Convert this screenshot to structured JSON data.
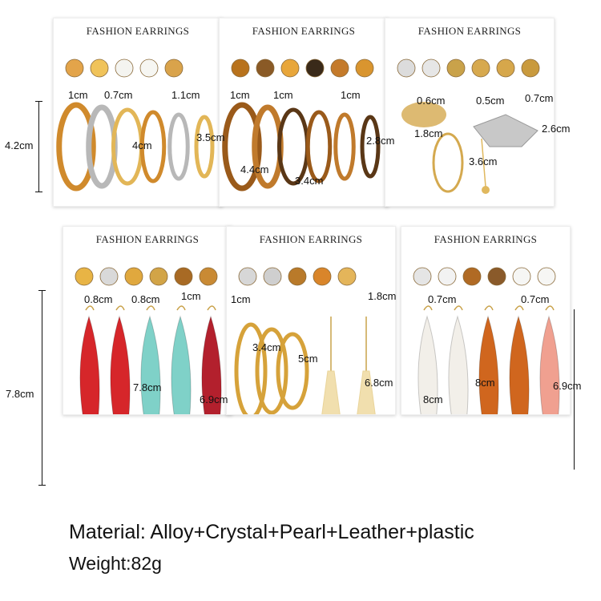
{
  "cards": [
    {
      "title": "FASHION EARRINGS",
      "sizes": [
        "1cm",
        "0.7cm",
        "1.1cm",
        "4.2cm",
        "3.5cm",
        "4cm"
      ],
      "stud_colors": [
        "#e3a44a",
        "#f0c35a",
        "#f4f4f0",
        "#f6f6f2",
        "#d9a34b"
      ],
      "hoop_colors": [
        "#d08a2c",
        "#b8b8b8",
        "#e2b657"
      ]
    },
    {
      "title": "FASHION EARRINGS",
      "sizes": [
        "1cm",
        "1cm",
        "1cm",
        "4.4cm",
        "3.4cm",
        "2.8cm"
      ],
      "stud_colors": [
        "#b8721c",
        "#8a5a26",
        "#e8a63a",
        "#3a2a1a",
        "#c47a2a",
        "#d9952f"
      ],
      "hoop_colors": [
        "#9a5a1a",
        "#c07a2c",
        "#5a3716"
      ]
    },
    {
      "title": "FASHION EARRINGS",
      "sizes": [
        "0.6cm",
        "0.5cm",
        "0.7cm",
        "1.8cm",
        "3.6cm",
        "2.6cm"
      ],
      "stud_colors": [
        "#dcdcdc",
        "#e6e6e6",
        "#c9a24a",
        "#d7a94e",
        "#d6a74b",
        "#c99a3e"
      ],
      "hoop_colors": [
        "#d4a94f",
        "#c8c8c8",
        "#e0b85e"
      ]
    },
    {
      "title": "FASHION EARRINGS",
      "sizes": [
        "0.8cm",
        "0.8cm",
        "1cm",
        "7.8cm",
        "7.8cm",
        "6.9cm"
      ],
      "stud_colors": [
        "#e8b445",
        "#d9d9d9",
        "#e0a83e",
        "#d2a447",
        "#a86a24",
        "#c98a34"
      ],
      "hoop_colors": [
        "#d6262a",
        "#7fd1c8",
        "#b3202d"
      ]
    },
    {
      "title": "FASHION EARRINGS",
      "sizes": [
        "1cm",
        "3.4cm",
        "5cm",
        "1.8cm",
        "6.8cm"
      ],
      "stud_colors": [
        "#d7d7d7",
        "#cfcfcf",
        "#b97a2a",
        "#d9852a",
        "#e4b55a"
      ],
      "hoop_colors": [
        "#d6a23a",
        "#e9d49a",
        "#f1dfae"
      ]
    },
    {
      "title": "FASHION EARRINGS",
      "sizes": [
        "0.7cm",
        "0.7cm",
        "8cm",
        "8cm",
        "6.9cm"
      ],
      "stud_colors": [
        "#e5e5e5",
        "#f2f2f2",
        "#b06a24",
        "#8a5a2a",
        "#f6f6f4",
        "#f6f6f4"
      ],
      "hoop_colors": [
        "#f2efe9",
        "#d0661e",
        "#f0a090"
      ]
    }
  ],
  "footer": {
    "material": "Material: Alloy+Crystal+Pearl+Leather+plastic",
    "weight": "Weight:82g"
  }
}
